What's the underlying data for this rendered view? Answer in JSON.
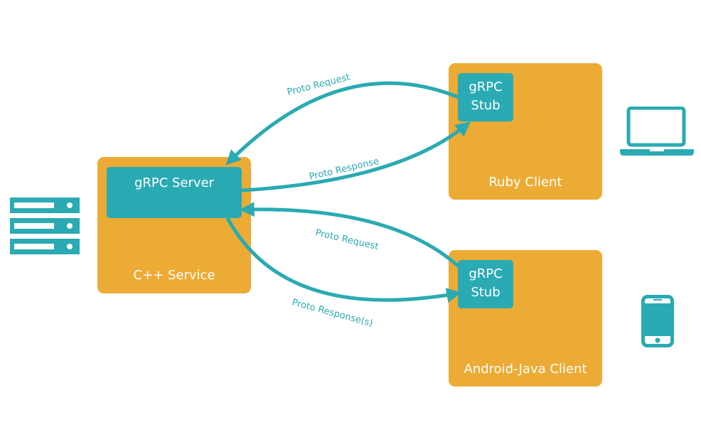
{
  "colors": {
    "node_fill": "#ebab35",
    "stub_fill": "#2aaab3",
    "edge": "#2aaab3",
    "text_light": "#ffffff"
  },
  "server": {
    "label": "C++ Service",
    "inner_label": "gRPC Server",
    "icon": "server-rack-icon"
  },
  "clients": [
    {
      "label": "Ruby Client",
      "stub_label_line1": "gRPC",
      "stub_label_line2": "Stub",
      "icon": "laptop-icon"
    },
    {
      "label": "Android-Java Client",
      "stub_label_line1": "gRPC",
      "stub_label_line2": "Stub",
      "icon": "phone-icon"
    }
  ],
  "edges": [
    {
      "label": "Proto Request"
    },
    {
      "label": "Proto Response"
    },
    {
      "label": "Proto Request"
    },
    {
      "label": "Proto Response(s)"
    }
  ]
}
